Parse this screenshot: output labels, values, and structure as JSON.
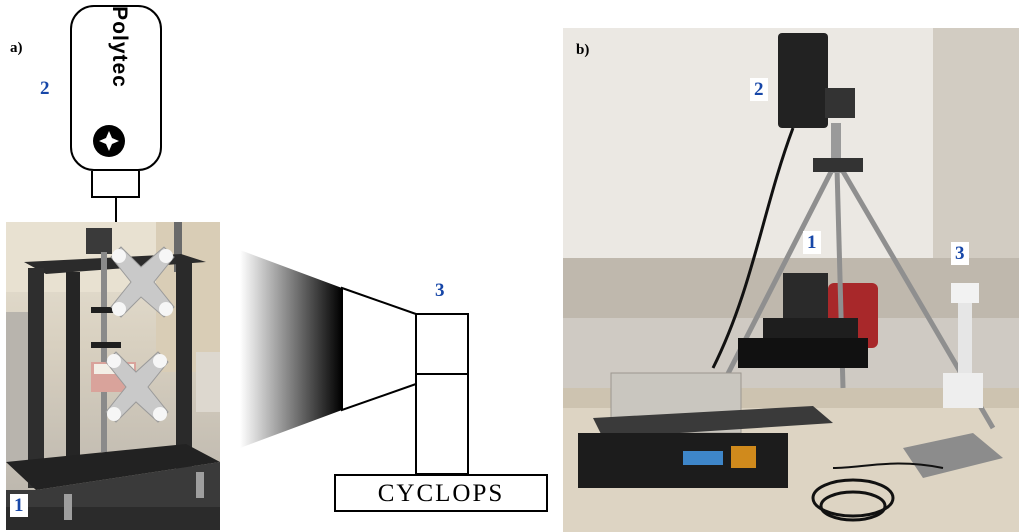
{
  "panel_a": {
    "label": "a)",
    "vibrometer": {
      "brand": "Polytec",
      "number": "2"
    },
    "rig_number": "1",
    "cyclops": {
      "label": "CYCLOPS",
      "number": "3"
    }
  },
  "panel_b": {
    "label": "b)",
    "numbers": {
      "vibrometer": "2",
      "rig": "1",
      "cyclops": "3"
    }
  }
}
